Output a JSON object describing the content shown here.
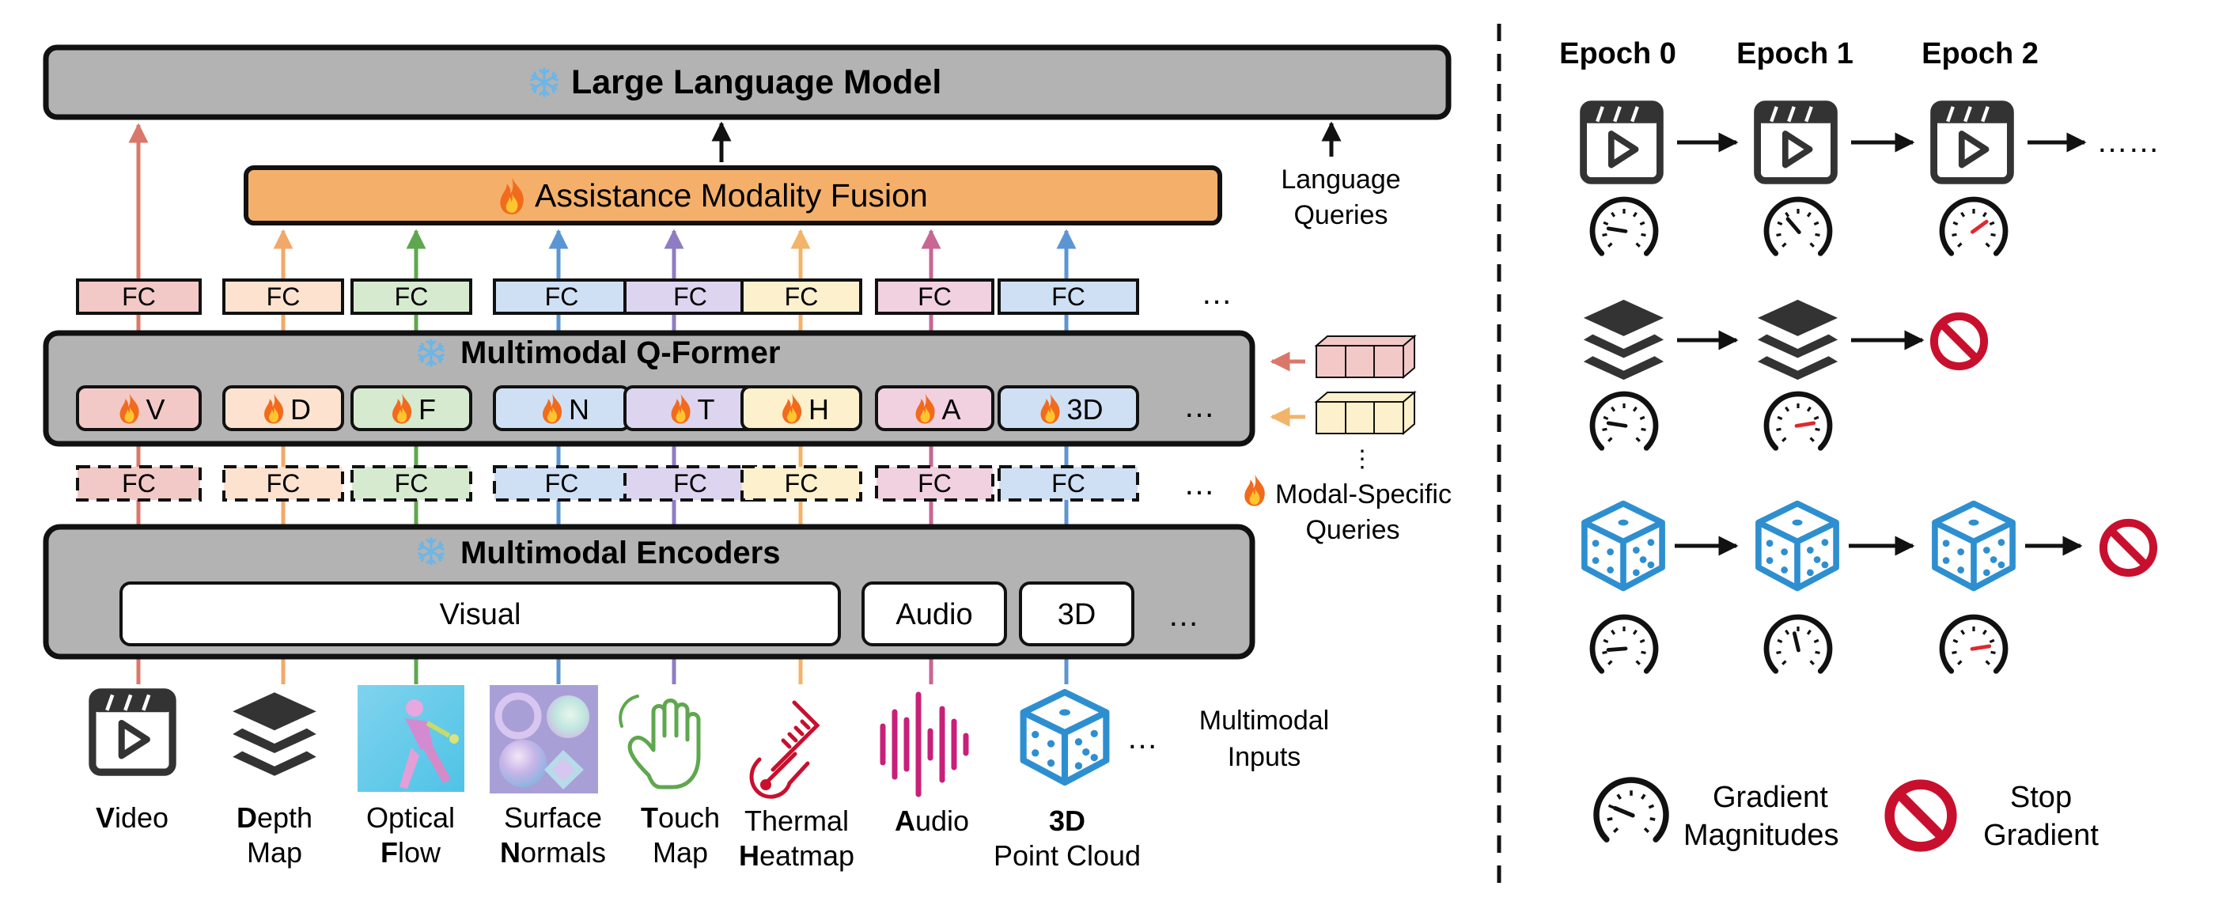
{
  "colors": {
    "video": {
      "stroke": "#d9786a",
      "fill": "#f2c9c6"
    },
    "depth": {
      "stroke": "#f2a86a",
      "fill": "#fde3cf"
    },
    "flow": {
      "stroke": "#5fa74e",
      "fill": "#d6ead0"
    },
    "normals": {
      "stroke": "#5b96d3",
      "fill": "#cfe0f5"
    },
    "touch": {
      "stroke": "#8f7cc4",
      "fill": "#ddd5ef"
    },
    "thermal": {
      "stroke": "#f2b46a",
      "fill": "#fdf0cc"
    },
    "audio": {
      "stroke": "#c86694",
      "fill": "#f1d1e0"
    },
    "pc3d": {
      "stroke": "#5b96d3",
      "fill": "#cfe0f5"
    },
    "frozen_box": "#b3b3b3",
    "fusion": "#f4b06a",
    "dice": "#2e8fd0",
    "stop": "#c8102e",
    "needle": "#e0282e",
    "icon": "#333333"
  },
  "llm": {
    "label": "Large Language Model"
  },
  "fusion": {
    "label": "Assistance Modality Fusion"
  },
  "language_queries": {
    "line1": "Language",
    "line2": "Queries"
  },
  "fc_label": "FC",
  "ellipsis": "…",
  "qformer": {
    "label": "Multimodal Q-Former",
    "tokens": [
      "V",
      "D",
      "F",
      "N",
      "T",
      "H",
      "A",
      "3D"
    ]
  },
  "modal_queries": {
    "line1": "Modal-Specific",
    "line2": "Queries",
    "dots": "⋮"
  },
  "encoders": {
    "label": "Multimodal Encoders",
    "visual": "Visual",
    "audio": "Audio",
    "pc": "3D"
  },
  "multimodal_inputs": {
    "line1": "Multimodal",
    "line2": "Inputs"
  },
  "inputs": [
    {
      "key": "video",
      "initial": "V",
      "rest": "ideo",
      "line2": ""
    },
    {
      "key": "depth",
      "initial": "D",
      "rest": "epth",
      "line2": "Map"
    },
    {
      "key": "flow",
      "initial": "",
      "rest": "Optical",
      "line2_initial": "F",
      "line2": "low"
    },
    {
      "key": "normals",
      "initial": "",
      "rest": "Surface",
      "line2_initial": "N",
      "line2": "ormals"
    },
    {
      "key": "touch",
      "initial": "T",
      "rest": "ouch",
      "line2": "Map"
    },
    {
      "key": "thermal",
      "initial": "",
      "rest": "Thermal",
      "line2_initial": "H",
      "line2": "eatmap"
    },
    {
      "key": "audio",
      "initial": "A",
      "rest": "udio",
      "line2": ""
    },
    {
      "key": "pc3d",
      "initial": "3D",
      "rest": "",
      "line2": "Point Cloud"
    }
  ],
  "epochs": [
    "Epoch 0",
    "Epoch 1",
    "Epoch 2"
  ],
  "trailing_dots": "……",
  "legend": {
    "gradient": {
      "line1": "Gradient",
      "line2": "Magnitudes"
    },
    "stop": {
      "line1": "Stop",
      "line2": "Gradient"
    }
  },
  "gauge_levels": {
    "row1": [
      0.2,
      0.35,
      0.7
    ],
    "row2": [
      0.2,
      0.8
    ],
    "row3": [
      0.15,
      0.45,
      0.8
    ]
  }
}
